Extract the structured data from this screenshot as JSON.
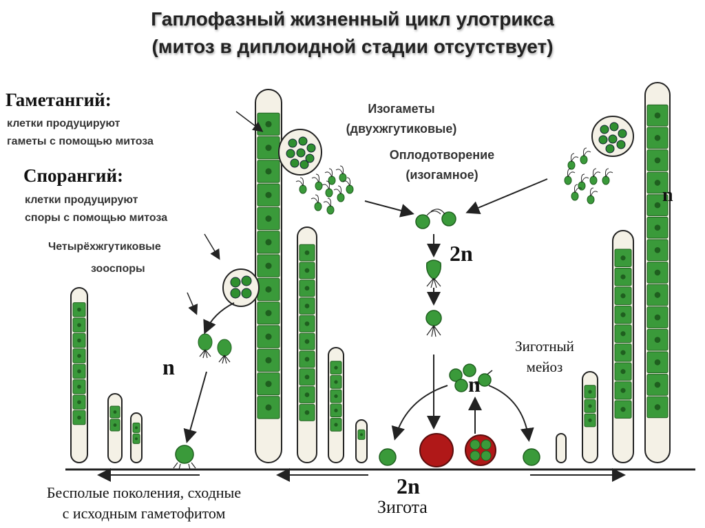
{
  "title": {
    "line1": "Гаплофазный жизненный цикл улотрикса",
    "line2": "(митоз в диплоидной стадии отсутствует)"
  },
  "labels": {
    "gametangium_heading": "Гаметангий:",
    "gametangium_desc1": "клетки продуцируют",
    "gametangium_desc2": "гаметы с помощью митоза",
    "sporangium_heading": "Спорангий:",
    "sporangium_desc1": "клетки продуцируют",
    "sporangium_desc2": "споры с помощью митоза",
    "zoospores1": "Четырёхжгутиковые",
    "zoospores2": "зооспоры",
    "isogametes1": "Изогаметы",
    "isogametes2": "(двухжгутиковые)",
    "fertilization1": "Оплодотворение",
    "fertilization2": "(изогамное)",
    "meiosis1": "Зиготный",
    "meiosis2": "мейоз",
    "asexual1": "Бесполые поколения, сходные",
    "asexual2": "с исходным  гаметофитом",
    "zygote": "Зигота"
  },
  "ploidy": {
    "haploid": "n",
    "diploid": "2n"
  },
  "colors": {
    "cell_green": "#3a9a3a",
    "cell_dark": "#1f5f1f",
    "zygote_red": "#b01818",
    "line": "#222222"
  }
}
